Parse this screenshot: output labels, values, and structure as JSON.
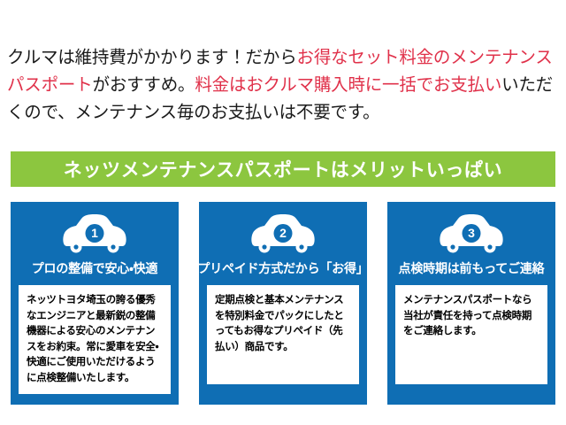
{
  "intro": {
    "segments": [
      {
        "text": "クルマは維持費がかかります！だから",
        "accent": false
      },
      {
        "text": "お得なセット料金のメンテナンスパスポート",
        "accent": true
      },
      {
        "text": "がおすすめ。",
        "accent": false
      },
      {
        "text": "料金はおクルマ購入時に一括でお支払い",
        "accent": true
      },
      {
        "text": "いただくので、メンテナンス毎のお支払いは不要です。",
        "accent": false
      }
    ],
    "accent_color": "#e0314a",
    "text_color": "#1a1a1a"
  },
  "banner": {
    "label": "ネッツメンテナンスパスポートはメリットいっぱい",
    "background_color": "#8cc63f",
    "text_color": "#ffffff"
  },
  "cards": [
    {
      "number": "1",
      "icon": "car-icon",
      "title": "プロの整備で安心・快適",
      "body": "ネッツトヨタ埼玉の誇る優秀なエンジニアと最新鋭の整備機器による安心のメンテナンスをお約束。常に愛車を安全・快適にご使用いただけるように点検整備いたします。",
      "background_color": "#0f6eb4"
    },
    {
      "number": "2",
      "icon": "car-icon",
      "title": "プリペイド方式だから「お得」",
      "body": "定期点検と基本メンテナンスを特別料金でパックにしたとってもお得なプリペイド（先払い）商品です。",
      "background_color": "#0f6eb4"
    },
    {
      "number": "3",
      "icon": "car-icon",
      "title": "点検時期は前もってご連絡",
      "body": "メンテナンスパスポートなら当社が責任を持って点検時期をご連絡します。",
      "background_color": "#0f6eb4"
    }
  ]
}
